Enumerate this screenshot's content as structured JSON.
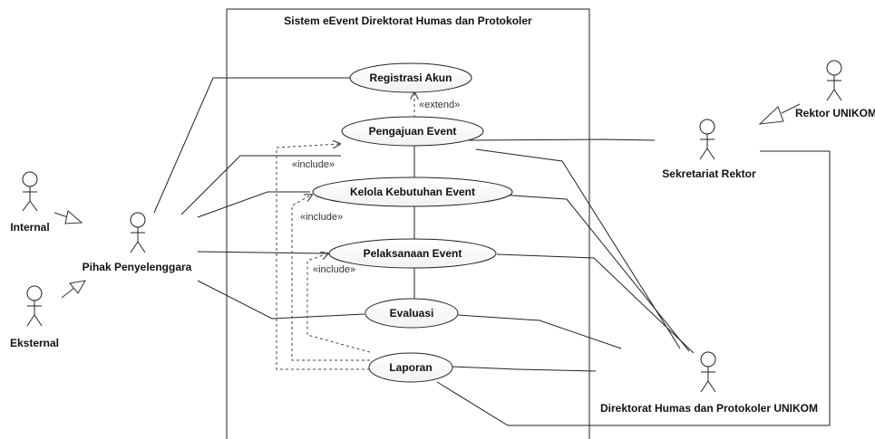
{
  "system": {
    "title": "Sistem eEvent Direktorat Humas dan Protokoler"
  },
  "use_cases": {
    "registrasi": "Registrasi Akun",
    "pengajuan": "Pengajuan Event",
    "kelola": "Kelola Kebutuhan Event",
    "pelaksanaan": "Pelaksanaan Event",
    "evaluasi": "Evaluasi",
    "laporan": "Laporan"
  },
  "actors": {
    "internal": "Internal",
    "eksternal": "Eksternal",
    "pihak": "Pihak Penyelenggara",
    "sekretariat": "Sekretariat Rektor",
    "rektor": "Rektor UNIKOM",
    "direktorat": "Direktorat Humas dan Protokoler UNIKOM"
  },
  "relations": {
    "extend": "«extend»",
    "include1": "«include»",
    "include2": "«include»",
    "include3": "«include»"
  }
}
